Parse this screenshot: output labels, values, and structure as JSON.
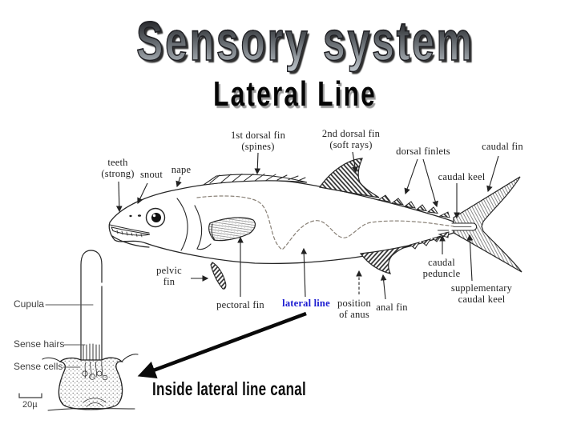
{
  "slide": {
    "title": "Sensory system",
    "subtitle": "Lateral Line",
    "caption": "Inside lateral line canal"
  },
  "fish_diagram": {
    "labels": {
      "teeth": "teeth\n(strong)",
      "snout": "snout",
      "nape": "nape",
      "first_dorsal_fin": "1st dorsal fin\n(spines)",
      "second_dorsal_fin": "2nd dorsal fin\n(soft rays)",
      "dorsal_finlets": "dorsal finlets",
      "caudal_fin": "caudal fin",
      "caudal_keel": "caudal keel",
      "pelvic_fin": "pelvic\nfin",
      "pectoral_fin": "pectoral fin",
      "lateral_line": "lateral line",
      "position_of_anus": "position\nof anus",
      "anal_fin": "anal fin",
      "caudal_peduncle": "caudal\npeduncle",
      "supplementary_caudal_keel": "supplementary\ncaudal keel"
    }
  },
  "neuromast": {
    "labels": {
      "cupula": "Cupula",
      "sense_hairs": "Sense hairs",
      "sense_cells": "Sense cells"
    },
    "scale_bar": "20µ"
  },
  "colors": {
    "lateral_line_label": "#1b1bd1",
    "ink": "#262626",
    "title_gradient_top": "#131316",
    "title_gradient_bottom": "#bac1c7",
    "subtitle_shadow": "#9b9b9b"
  }
}
